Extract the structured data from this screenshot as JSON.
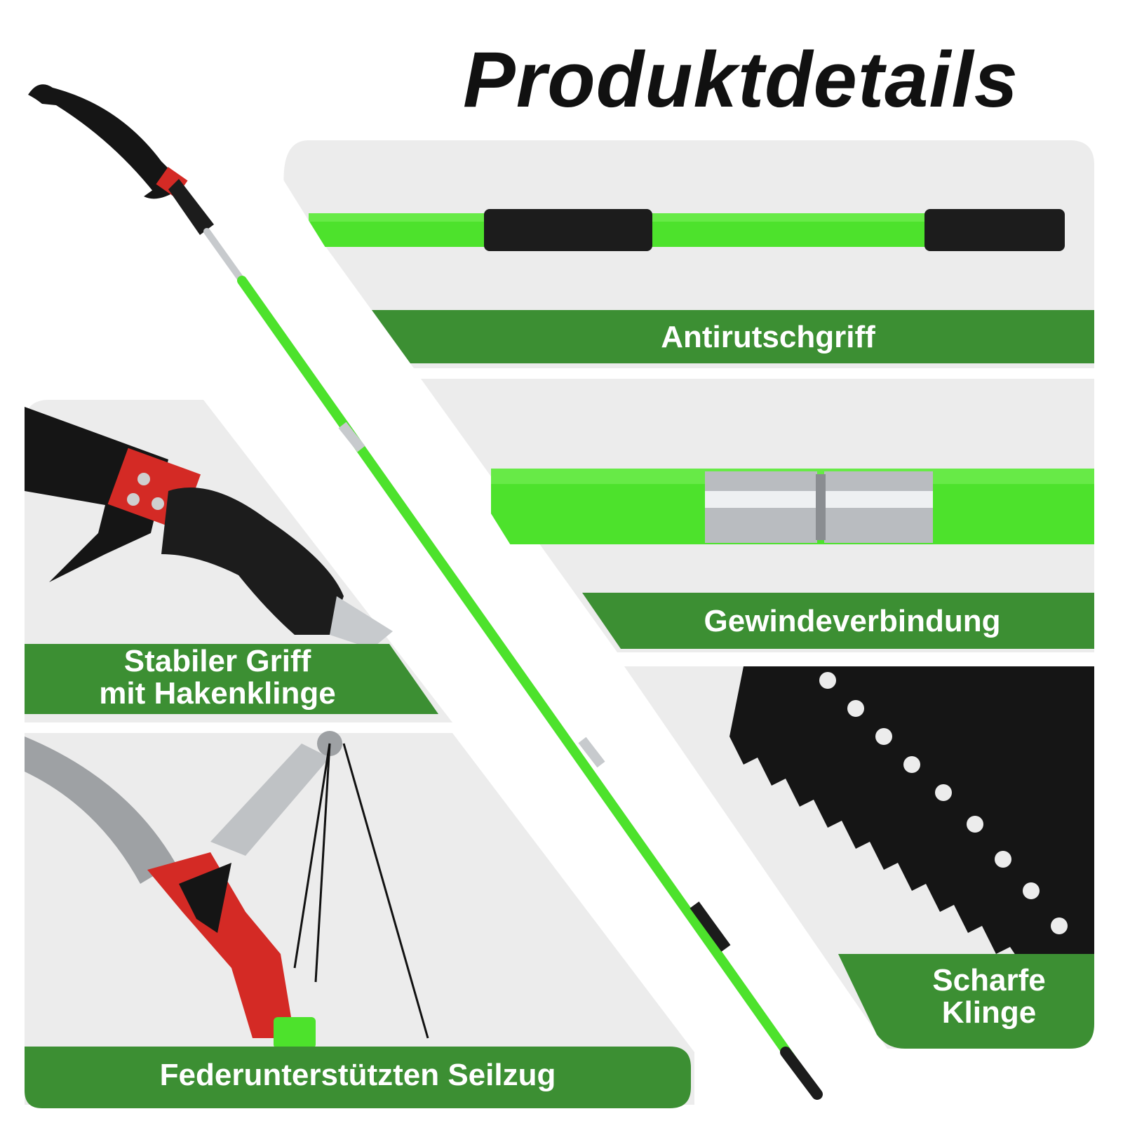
{
  "page": {
    "title": "Produktdetails",
    "features": [
      {
        "label": "Antirutschgriff"
      },
      {
        "label": "Gewindeverbindung"
      },
      {
        "label": "Scharfe\nKlinge"
      },
      {
        "label": "Stabiler Griff\nmit Hakenklinge"
      },
      {
        "label": "Federunterstützten Seilzug"
      }
    ]
  },
  "colors": {
    "banner_green": "#3c8f33",
    "pole_green": "#4de22c",
    "panel_gray": "#ececec",
    "grip_black": "#1c1c1c",
    "accent_red": "#d42a25"
  },
  "icons": [
    "pole-saw-illustration",
    "grip-detail",
    "thread-connection-detail",
    "saw-blade-detail",
    "hook-blade-handle-detail",
    "rope-pulley-pruner-detail"
  ]
}
